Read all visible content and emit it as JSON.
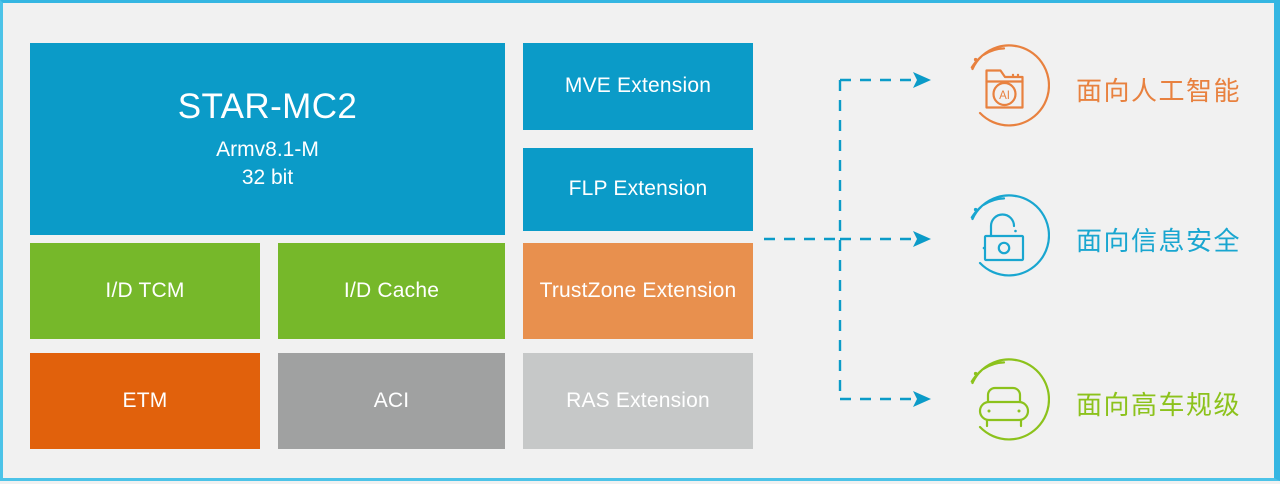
{
  "diagram": {
    "title": "STAR-MC2 processor architecture block diagram",
    "background_color": "#f1f1f1",
    "frame_color": "#35b6e2"
  },
  "core": {
    "name": "STAR-MC2",
    "architecture": "Armv8.1-M",
    "bit_width": "32 bit",
    "color": "#0b9bc8"
  },
  "left_blocks": [
    {
      "label": "I/D TCM",
      "color": "#76b82a"
    },
    {
      "label": "I/D Cache",
      "color": "#76b82a"
    },
    {
      "label": "ETM",
      "color": "#e1610c"
    },
    {
      "label": "ACI",
      "color": "#a0a1a1"
    }
  ],
  "extension_blocks": [
    {
      "label": "MVE Extension",
      "color": "#0b9bc8"
    },
    {
      "label": "FLP Extension",
      "color": "#0b9bc8"
    },
    {
      "label": "TrustZone Extension",
      "color": "#e8904e"
    },
    {
      "label": "RAS Extension",
      "color": "#c6c8c8"
    }
  ],
  "features": [
    {
      "label": "面向人工智能",
      "icon": "ai-folder-icon",
      "color": "#e8813f"
    },
    {
      "label": "面向信息安全",
      "icon": "open-padlock-icon",
      "color": "#19a6d0"
    },
    {
      "label": "面向高车规级",
      "icon": "car-icon",
      "color": "#8cc21c"
    }
  ],
  "connector": {
    "color": "#0b9bc8",
    "style": "dashed-with-arrowheads"
  },
  "icon_text": {
    "ai_badge": "AI"
  }
}
